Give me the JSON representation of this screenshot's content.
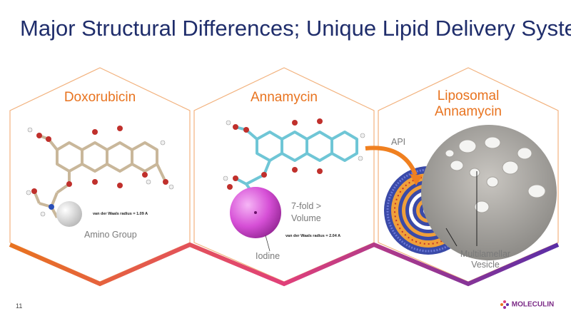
{
  "slide": {
    "title": "Major Structural Differences; Unique Lipid Delivery System",
    "page_number": "11",
    "logo_text": "MOLECULIN"
  },
  "panels": {
    "doxorubicin": {
      "title": "Doxorubicin",
      "radius_note": "van der Waals radius = 1.09 A",
      "amino_label": "Amino Group"
    },
    "annamycin": {
      "title": "Annamycin",
      "volume_label_line1": "7-fold >",
      "volume_label_line2": "Volume",
      "radius_note": "van der Waals radius = 2.04 A",
      "iodine_label": "Iodine"
    },
    "liposomal": {
      "title_line1": "Liposomal",
      "title_line2": "Annamycin",
      "api_label": "API",
      "vesicle_line1": "Multilamellar",
      "vesicle_line2": "Vesicle"
    }
  },
  "colors": {
    "title_text": "#1f2d6b",
    "hex_title": "#e8731f",
    "hex_outline": "#f2b27e",
    "bottom_gradient_start": "#e8731f",
    "bottom_gradient_mid": "#e0407a",
    "bottom_gradient_end": "#5a2ea6",
    "iodine_sphere": "#d64fd6"
  },
  "icons": [
    "molecule-icon",
    "iodine-sphere-icon",
    "liposome-icon",
    "micrograph-icon",
    "arrow-icon",
    "logo-icon"
  ]
}
